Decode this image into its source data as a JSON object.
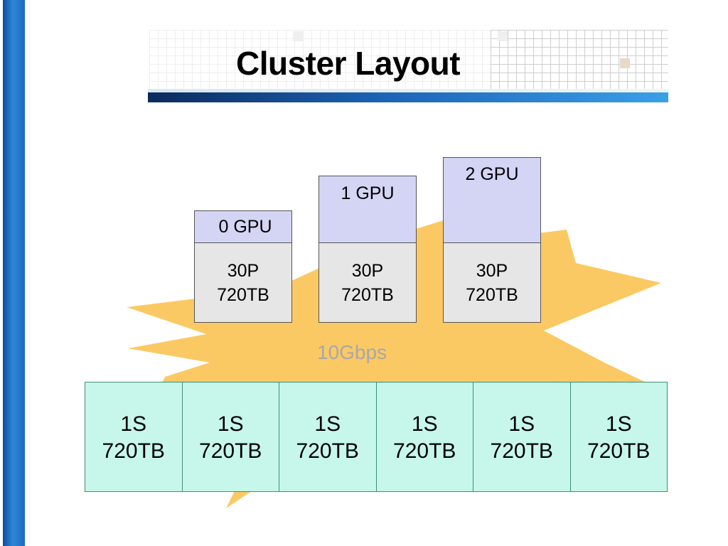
{
  "slide": {
    "title": "Cluster Layout"
  },
  "network": {
    "label": "10Gbps",
    "color": "#fbc964"
  },
  "gpu_nodes": [
    {
      "gpu": "0 GPU",
      "cpu": "30P",
      "capacity": "720TB"
    },
    {
      "gpu": "1 GPU",
      "cpu": "30P",
      "capacity": "720TB"
    },
    {
      "gpu": "2 GPU",
      "cpu": "30P",
      "capacity": "720TB"
    }
  ],
  "storage_nodes": [
    {
      "cpu": "1S",
      "capacity": "720TB"
    },
    {
      "cpu": "1S",
      "capacity": "720TB"
    },
    {
      "cpu": "1S",
      "capacity": "720TB"
    },
    {
      "cpu": "1S",
      "capacity": "720TB"
    },
    {
      "cpu": "1S",
      "capacity": "720TB"
    },
    {
      "cpu": "1S",
      "capacity": "720TB"
    }
  ],
  "colors": {
    "gpu_fill": "#d4d4f5",
    "compute_fill": "#e6e6e6",
    "storage_fill": "#c6f7ea",
    "accent_bar": "#1c63b5"
  }
}
